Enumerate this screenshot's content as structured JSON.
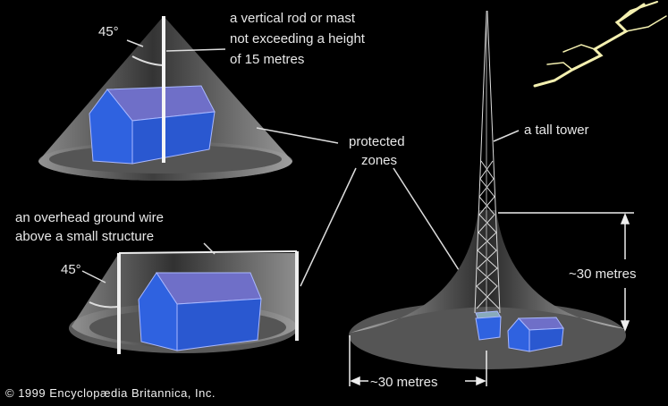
{
  "labels": {
    "angle_top": "45°",
    "rod_line1": "a vertical rod or mast",
    "rod_line2": "not exceeding a height",
    "rod_line3": "of 15 metres",
    "zones_line1": "protected",
    "zones_line2": "zones",
    "tower": "a tall tower",
    "wire_line1": "an overhead ground wire",
    "wire_line2": "above a small structure",
    "angle_bottom": "45°",
    "height_dim": "~30 metres",
    "radius_dim": "~30 metres",
    "copyright": "© 1999 Encyclopædia Britannica, Inc."
  },
  "colors": {
    "background": "#000000",
    "house_blue": "#2f62e0",
    "roof": "#6f6fc8",
    "zone_gray": "#5a5a5a",
    "lightning": "#f4f0b0"
  }
}
